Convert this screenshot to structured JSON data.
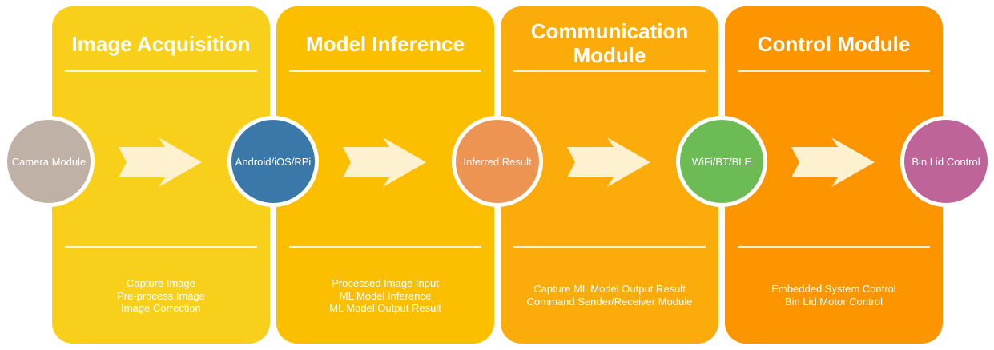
{
  "panels": [
    {
      "title_lines": [
        "Image Acquisition"
      ],
      "color": "#F8D01B",
      "items": [
        "Capture Image",
        "Pre-process Image",
        "Image Correction"
      ]
    },
    {
      "title_lines": [
        "Model Inference"
      ],
      "color": "#FCBF00",
      "items": [
        "Processed Image Input",
        "ML Model Inference",
        "ML Model Output Result"
      ]
    },
    {
      "title_lines": [
        "Communication",
        "Module"
      ],
      "color": "#FBAB0A",
      "items": [
        "Capture ML Model Output Result",
        "Command Sender/Receiver Module"
      ]
    },
    {
      "title_lines": [
        "Control Module"
      ],
      "color": "#FC9500",
      "items": [
        "Embedded System Control",
        "Bin Lid Motor Control"
      ]
    }
  ],
  "nodes": [
    {
      "label": "Camera Module",
      "color": "#BFB1A5"
    },
    {
      "label": "Android/iOS/RPi",
      "color": "#3978A9"
    },
    {
      "label": "Inferred Result",
      "color": "#EE9452"
    },
    {
      "label": "WiFi/BT/BLE",
      "color": "#6DBB55"
    },
    {
      "label": "Bin Lid Control",
      "color": "#BE6498"
    }
  ],
  "arrow_color": "#FDF1CF"
}
